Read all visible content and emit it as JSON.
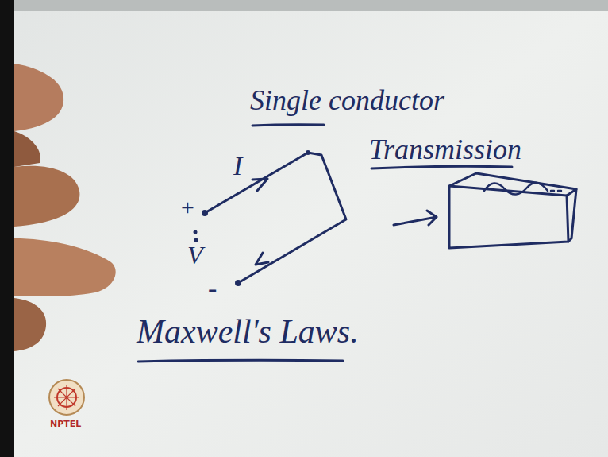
{
  "diagram": {
    "title": "Single conductor Transmission",
    "labels": [
      "I",
      "+",
      "V",
      "-",
      "Maxwell's Laws.",
      "NPTEL"
    ]
  }
}
